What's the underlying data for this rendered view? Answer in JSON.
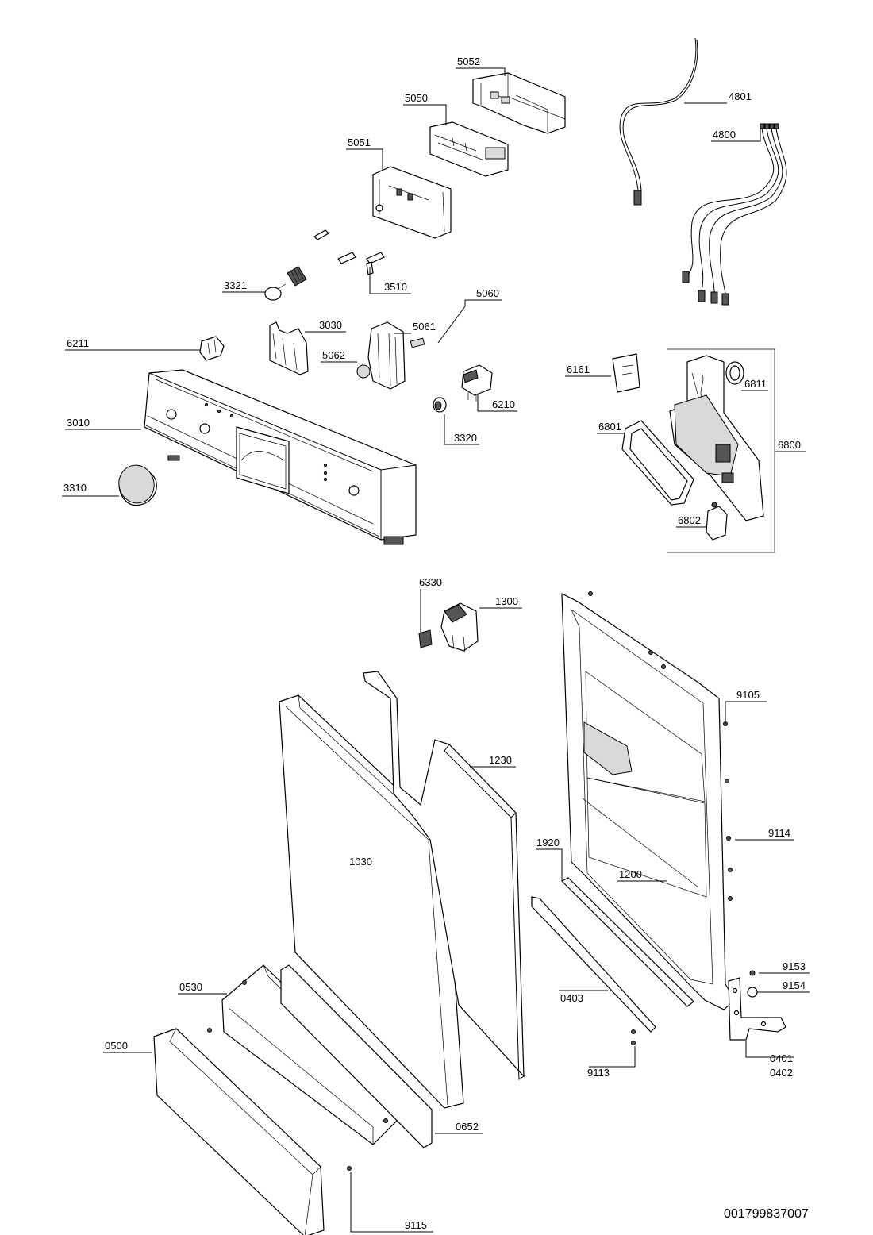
{
  "labels": {
    "p5052": "5052",
    "p5050": "5050",
    "p5051": "5051",
    "p4801": "4801",
    "p4800": "4800",
    "p3321": "3321",
    "p3510": "3510",
    "p5060": "5060",
    "p6211": "6211",
    "p3030": "3030",
    "p5061": "5061",
    "p5062": "5062",
    "p3010": "3010",
    "p6210": "6210",
    "p3320": "3320",
    "p3310": "3310",
    "p6161": "6161",
    "p6811": "6811",
    "p6801": "6801",
    "p6800": "6800",
    "p6802": "6802",
    "p6330": "6330",
    "p1300": "1300",
    "p9105": "9105",
    "p1230": "1230",
    "p9114": "9114",
    "p1920": "1920",
    "p1030": "1030",
    "p1200": "1200",
    "p9153": "9153",
    "p0530": "0530",
    "p9154": "9154",
    "p0403": "0403",
    "p0500": "0500",
    "p0401": "0401",
    "p0402": "0402",
    "p9113": "9113",
    "p0652": "0652",
    "p9115": "9115"
  },
  "document_number": "001799837007"
}
